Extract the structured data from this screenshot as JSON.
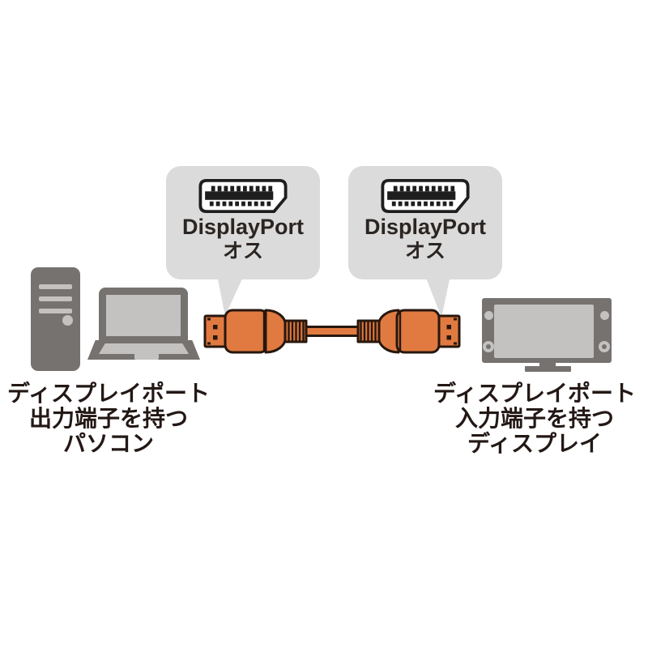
{
  "colors": {
    "background": "#ffffff",
    "bubble_gray": "#dbdbdb",
    "device_gray": "#757270",
    "device_light_gray": "#c4c2c0",
    "cable_orange": "#e17a40",
    "cable_outline": "#27170e",
    "icon_dark": "#1e1e1e",
    "caption_text": "#231815",
    "bubble_text": "#2b2522"
  },
  "bubbles": {
    "left": {
      "line1": "DisplayPort",
      "line2": "オス"
    },
    "right": {
      "line1": "DisplayPort",
      "line2": "オス"
    }
  },
  "captions": {
    "left": {
      "lines": [
        "ディスプレイポート",
        "出力端子を持つ",
        "パソコン"
      ]
    },
    "right": {
      "lines": [
        "ディスプレイポート",
        "入力端子を持つ",
        "ディスプレイ"
      ]
    }
  }
}
